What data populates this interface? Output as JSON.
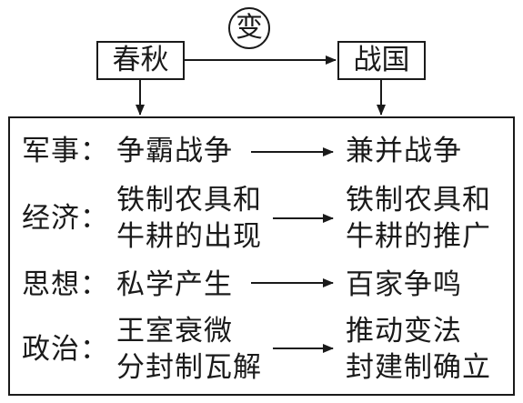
{
  "header": {
    "change_symbol": "变",
    "from_period": "春秋",
    "to_period": "战国"
  },
  "rows": [
    {
      "category": "军事：",
      "from": [
        "争霸战争"
      ],
      "to": [
        "兼并战争"
      ]
    },
    {
      "category": "经济：",
      "from": [
        "铁制农具和",
        "牛耕的出现"
      ],
      "to": [
        "铁制农具和",
        "牛耕的推广"
      ]
    },
    {
      "category": "思想：",
      "from": [
        "私学产生"
      ],
      "to": [
        "百家争鸣"
      ]
    },
    {
      "category": "政治：",
      "from": [
        "王室衰微",
        "分封制瓦解"
      ],
      "to": [
        "推动变法",
        "封建制确立"
      ]
    }
  ]
}
